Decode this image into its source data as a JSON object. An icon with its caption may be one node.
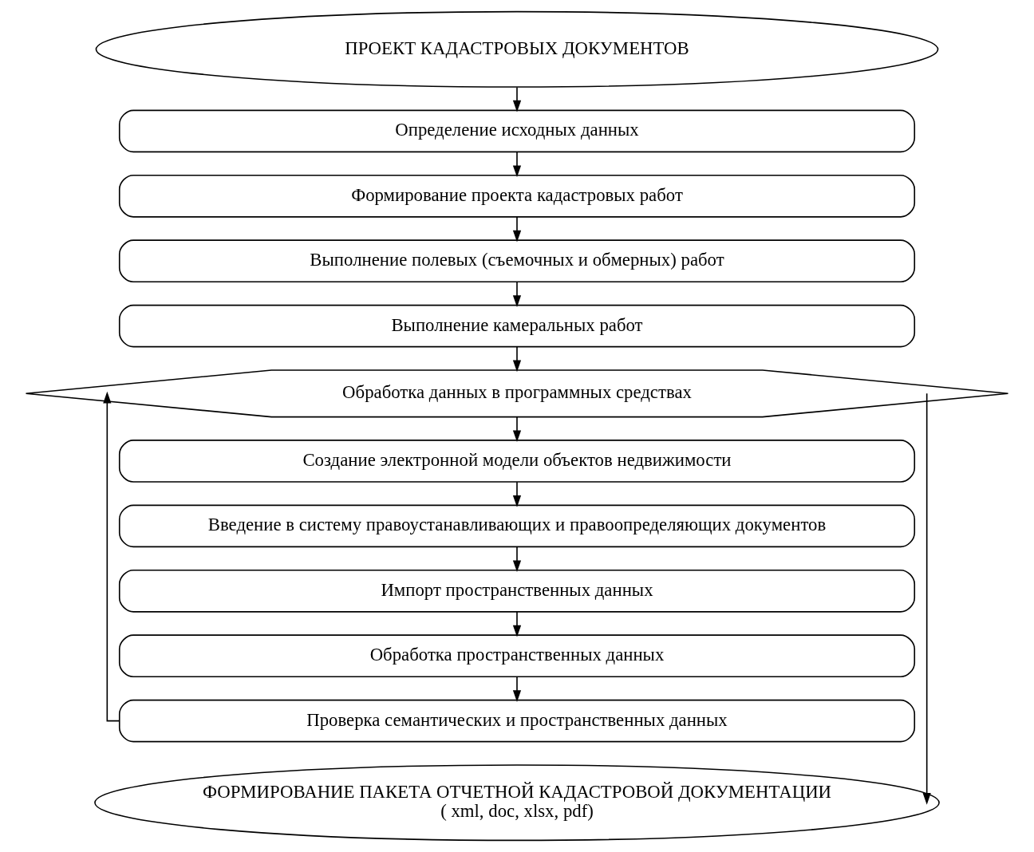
{
  "diagram": {
    "nodes": [
      {
        "text": [
          "ПРОЕКТ КАДАСТРОВЫХ ДОКУМЕНТОВ"
        ]
      },
      {
        "text": [
          "Определение исходных данных"
        ]
      },
      {
        "text": [
          "Формирование проекта кадастровых работ"
        ]
      },
      {
        "text": [
          "Выполнение полевых (съемочных и обмерных) работ"
        ]
      },
      {
        "text": [
          "Выполнение камеральных работ"
        ]
      },
      {
        "text": [
          "Обработка данных в программных средствах"
        ]
      },
      {
        "text": [
          "Создание электронной модели объектов недвижимости"
        ]
      },
      {
        "text": [
          "Введение в систему правоустанавливающих и правоопределяющих документов"
        ]
      },
      {
        "text": [
          "Импорт пространственных данных"
        ]
      },
      {
        "text": [
          "Обработка пространственных данных"
        ]
      },
      {
        "text": [
          "Проверка семантических и пространственных данных"
        ]
      },
      {
        "text": [
          "ФОРМИРОВАНИЕ ПАКЕТА ОТЧЕТНОЙ КАДАСТРОВОЙ ДОКУМЕНТАЦИИ",
          "( xml, doc, xlsx, pdf)"
        ]
      }
    ],
    "edges": [
      {
        "from": 0,
        "to": 1,
        "arrow": "to"
      },
      {
        "from": 1,
        "to": 2,
        "arrow": "to"
      },
      {
        "from": 2,
        "to": 3,
        "arrow": "to"
      },
      {
        "from": 3,
        "to": 4,
        "arrow": "to"
      },
      {
        "from": 4,
        "to": 5,
        "arrow": "to"
      },
      {
        "from": 5,
        "to": 6,
        "arrow": "to"
      },
      {
        "from": 6,
        "to": 7,
        "arrow": "to"
      },
      {
        "from": 7,
        "to": 8,
        "arrow": "to"
      },
      {
        "from": 8,
        "to": 9,
        "arrow": "to"
      },
      {
        "from": 9,
        "to": 10,
        "arrow": "to"
      },
      {
        "from": 10,
        "to": 5,
        "arrow": "to"
      },
      {
        "from": 5,
        "to": 11,
        "arrow": "to"
      }
    ]
  }
}
